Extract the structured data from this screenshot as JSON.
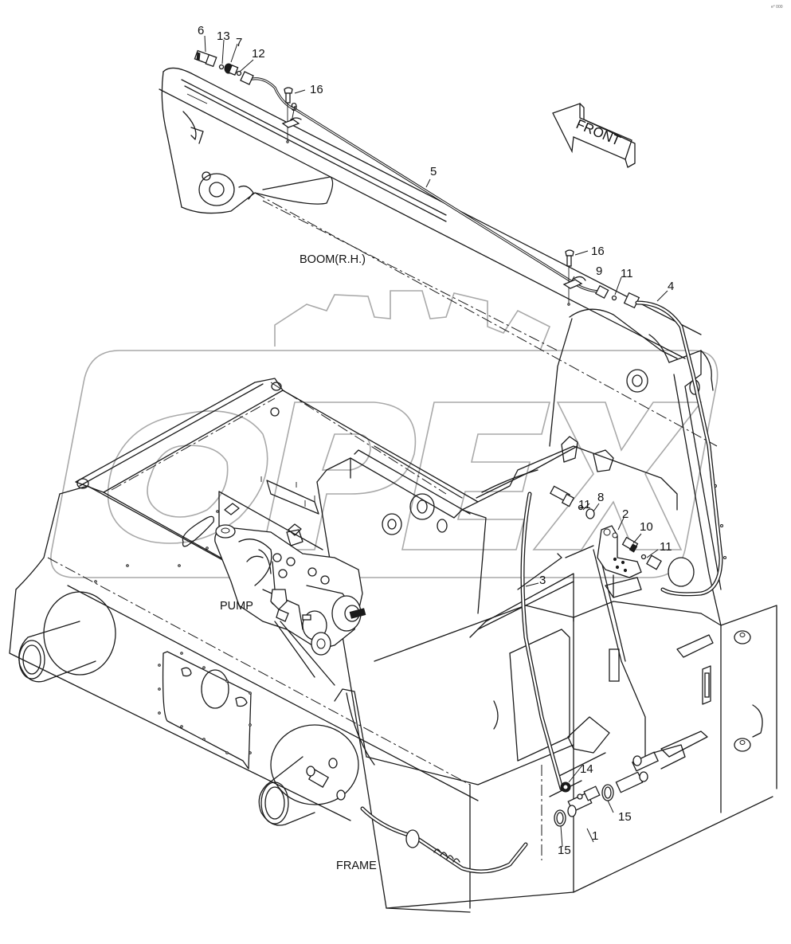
{
  "diagram": {
    "title": "Boom (R.H.) hydraulic line to pump and frame — exploded parts view",
    "corner_mark": "e° 000",
    "watermark": "OPEX",
    "direction_arrow": "FRONT",
    "assembly_labels": {
      "boom": "BOOM(R.H.)",
      "pump": "PUMP",
      "frame": "FRAME"
    },
    "callouts": [
      {
        "id": "c6",
        "number": "6",
        "part": "fitting (boom end)"
      },
      {
        "id": "c13",
        "number": "13",
        "part": "o-ring"
      },
      {
        "id": "c7",
        "number": "7",
        "part": "adapter"
      },
      {
        "id": "c12",
        "number": "12",
        "part": "o-ring"
      },
      {
        "id": "c16a",
        "number": "16",
        "part": "bolt"
      },
      {
        "id": "c9a",
        "number": "9",
        "part": "clamp"
      },
      {
        "id": "c5",
        "number": "5",
        "part": "steel pipe along boom"
      },
      {
        "id": "c16b",
        "number": "16",
        "part": "bolt"
      },
      {
        "id": "c9b",
        "number": "9",
        "part": "clamp"
      },
      {
        "id": "c11a",
        "number": "11",
        "part": "o-ring"
      },
      {
        "id": "c4",
        "number": "4",
        "part": "hose"
      },
      {
        "id": "c11b",
        "number": "11",
        "part": "o-ring"
      },
      {
        "id": "c8",
        "number": "8",
        "part": "nut"
      },
      {
        "id": "c2",
        "number": "2",
        "part": "bracket"
      },
      {
        "id": "c10",
        "number": "10",
        "part": "adapter"
      },
      {
        "id": "c11c",
        "number": "11",
        "part": "o-ring"
      },
      {
        "id": "c3",
        "number": "3",
        "part": "hose to pump"
      },
      {
        "id": "c14",
        "number": "14",
        "part": "clamp"
      },
      {
        "id": "c15a",
        "number": "15",
        "part": "hose clamp"
      },
      {
        "id": "c1",
        "number": "1",
        "part": "tee connector"
      },
      {
        "id": "c15b",
        "number": "15",
        "part": "hose clamp"
      }
    ]
  },
  "colors": {
    "line": "#1a1a1a",
    "background": "#ffffff",
    "watermark": "#a9a9a9"
  }
}
